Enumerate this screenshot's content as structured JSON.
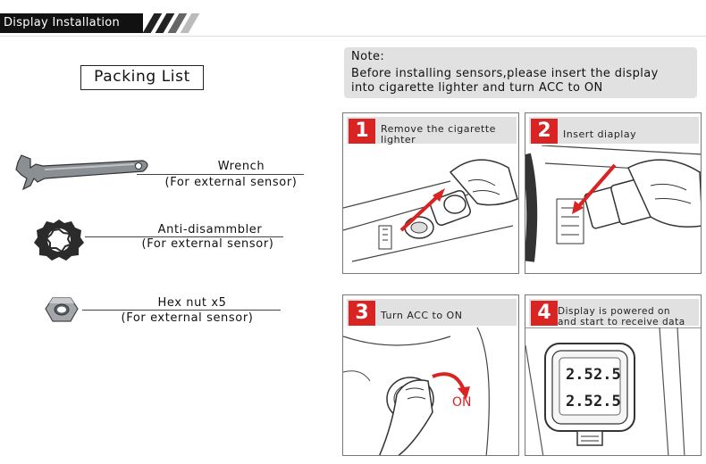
{
  "header": {
    "title": "Display Installation"
  },
  "packing": {
    "title": "Packing List",
    "items": [
      {
        "name": "Wrench",
        "sub": "(For external sensor)",
        "icon": "wrench-icon"
      },
      {
        "name": "Anti-disammbler",
        "sub": "(For external sensor)",
        "icon": "anti-disassembler-ring-icon"
      },
      {
        "name": "Hex nut x5",
        "sub": "(For external sensor)",
        "icon": "hex-nut-icon"
      }
    ]
  },
  "note": {
    "label": "Note:",
    "line1": "Before installing sensors,please insert the display",
    "line2": "into cigarette lighter and turn ACC to ON"
  },
  "steps": [
    {
      "num": "1",
      "line1": "Remove the cigarette",
      "line2": "lighter"
    },
    {
      "num": "2",
      "line1": "Insert diaplay",
      "line2": ""
    },
    {
      "num": "3",
      "line1": "Turn ACC to ON",
      "line2": "",
      "annotation": "ON"
    },
    {
      "num": "4",
      "line1": "Display is powered on",
      "line2": "and start to receive data",
      "readings": [
        "2.5",
        "2.5",
        "2.5",
        "2.5"
      ]
    }
  ],
  "colors": {
    "accent": "#d92424",
    "note_bg": "#e1e1e1",
    "header_bg": "#111111"
  }
}
